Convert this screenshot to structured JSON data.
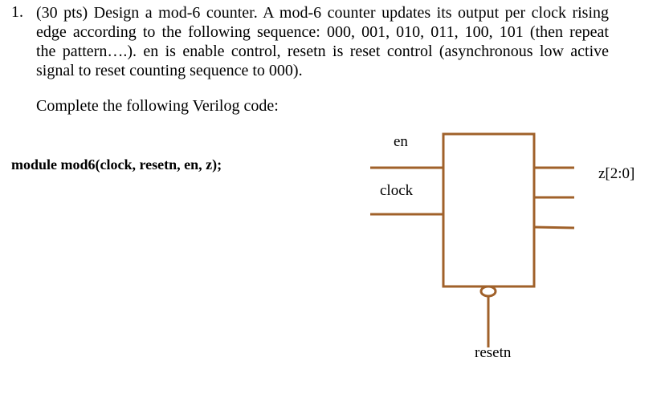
{
  "question": {
    "number": "1.",
    "lines": [
      "(30 pts) Design a mod-6 counter. A mod-6 counter updates its output per clock rising",
      "edge according to the following sequence: 000, 001, 010, 011, 100, 101 (then repeat",
      "the pattern….). en is enable control, resetn is reset control (asynchronous low active",
      "signal to reset counting sequence to 000)."
    ],
    "prompt": "Complete the following Verilog code:",
    "module_decl": "module mod6(clock, resetn, en, z);"
  },
  "diagram": {
    "labels": {
      "en": "en",
      "clock": "clock",
      "output": "z[2:0]",
      "reset": "resetn"
    },
    "wire_color": "#a0612a"
  }
}
